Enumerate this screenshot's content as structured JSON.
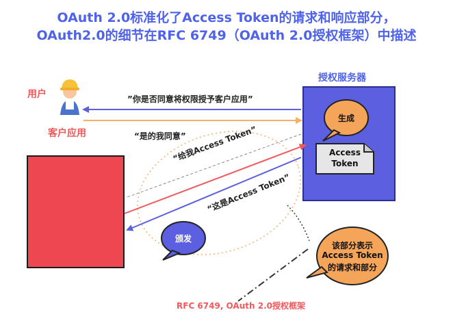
{
  "title": {
    "line1": "OAuth 2.0标准化了Access Token的请求和响应部分，",
    "line2": "OAuth2.0的细节在RFC 6749（OAuth 2.0授权框架）中描述"
  },
  "labels": {
    "user": "用户",
    "client_app": "客户应用",
    "auth_server": "授权服务器",
    "ask_consent": "”你是否同意将权限授予客户应用”",
    "consent": "“是的我同意”",
    "give_token": "“给我Access Token”",
    "this_is_token": "“这是Access Token”",
    "generate": "生成",
    "token_doc_line1": "Access",
    "token_doc_line2": "Token",
    "issue": "颁发",
    "note_line1": "该部分表示",
    "note_line2": "Access Token",
    "note_line3": "的请求和部分",
    "footer": "RFC 6749, OAuth 2.0授权框架"
  },
  "colors": {
    "title": "#4f63ea",
    "accent_red": "#f0585b",
    "server_fill": "#5b5fe0",
    "client_fill": "#ef4752",
    "bubble_orange": "#f5a55a",
    "arrow_orange": "#f4b06a",
    "arrow_blue": "#5b5fe0"
  },
  "icons": [
    "user-with-hardhat-icon",
    "document-icon"
  ]
}
